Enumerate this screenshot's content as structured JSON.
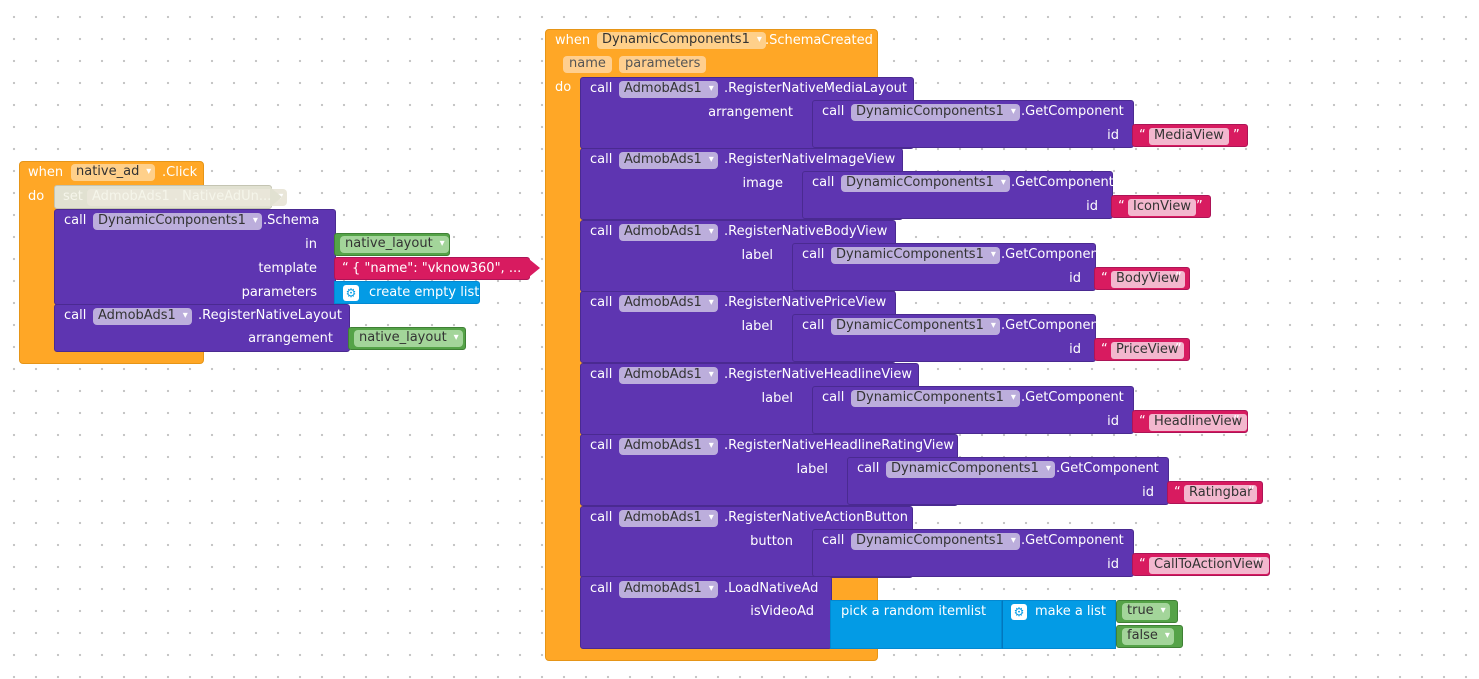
{
  "left_event": {
    "when": "when",
    "component": "native_ad",
    "event": ".Click",
    "do": "do",
    "set_block": {
      "set": "set",
      "target": "AdmobAds1 . NativeAdUn..."
    },
    "schema_call": {
      "call": "call",
      "component": "DynamicComponents1",
      "method": ".Schema",
      "in_label": "in",
      "in_value": "native_layout",
      "template_label": "template",
      "template_value": "{ \"name\": \"vknow360\", ...",
      "parameters_label": "parameters",
      "parameters_value": "create empty list"
    },
    "register_layout_call": {
      "call": "call",
      "component": "AdmobAds1",
      "method": ".RegisterNativeLayout",
      "arg_label": "arrangement",
      "arg_value": "native_layout"
    }
  },
  "right_event": {
    "when": "when",
    "component": "DynamicComponents1",
    "event": ".SchemaCreated",
    "params": [
      "name",
      "parameters"
    ],
    "do": "do",
    "get_component_call": "call",
    "get_component_target": "DynamicComponents1",
    "get_component_method": ".GetComponent",
    "id_label": "id",
    "calls": [
      {
        "component": "AdmobAds1",
        "method": ".RegisterNativeMediaLayout",
        "arg": "arrangement",
        "id": "MediaView"
      },
      {
        "component": "AdmobAds1",
        "method": ".RegisterNativeImageView",
        "arg": "image",
        "id": "IconView"
      },
      {
        "component": "AdmobAds1",
        "method": ".RegisterNativeBodyView",
        "arg": "label",
        "id": "BodyView"
      },
      {
        "component": "AdmobAds1",
        "method": ".RegisterNativePriceView",
        "arg": "label",
        "id": "PriceView"
      },
      {
        "component": "AdmobAds1",
        "method": ".RegisterNativeHeadlineView",
        "arg": "label",
        "id": "HeadlineView"
      },
      {
        "component": "AdmobAds1",
        "method": ".RegisterNativeHeadlineRatingView",
        "arg": "label",
        "id": "Ratingbar"
      },
      {
        "component": "AdmobAds1",
        "method": ".RegisterNativeActionButton",
        "arg": "button",
        "id": "CallToActionView"
      }
    ],
    "load_call": {
      "call": "call",
      "component": "AdmobAds1",
      "method": ".LoadNativeAd",
      "arg_label": "isVideoAd",
      "pick_label": "pick a random item",
      "list_label": "list",
      "make_list_label": "make a list",
      "items": [
        "true",
        "false"
      ]
    }
  },
  "call_word": "call",
  "open_quote": "“",
  "close_quote": "”",
  "colors": {
    "event": "#ffa726",
    "component_call": "#5e35b1",
    "text": "#d81b60",
    "logic": "#55a348",
    "list": "#039be5"
  }
}
